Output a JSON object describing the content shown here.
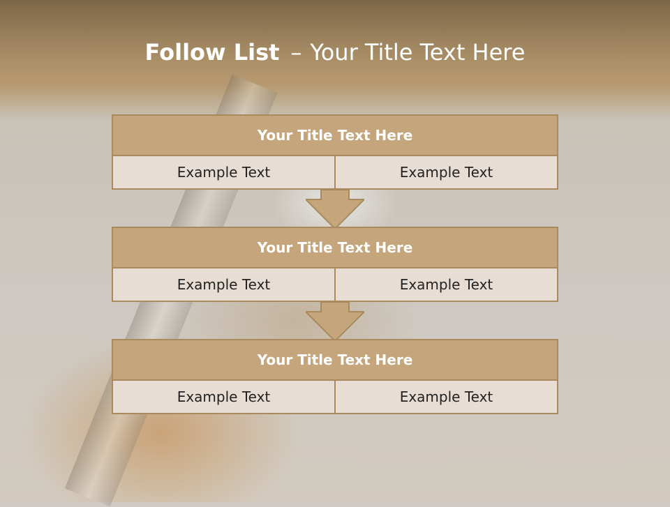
{
  "slide": {
    "title_bold": "Follow List",
    "title_sep": "–",
    "title_rest": "Your Title Text Here"
  },
  "colors": {
    "header_fill": "#c4a57c",
    "cell_fill": "#e8ddd4",
    "border": "#a98a5f",
    "arrow_fill": "#c4a57c"
  },
  "steps": [
    {
      "header": "Your Title Text Here",
      "left": "Example Text",
      "right": "Example Text"
    },
    {
      "header": "Your Title Text Here",
      "left": "Example Text",
      "right": "Example Text"
    },
    {
      "header": "Your Title Text Here",
      "left": "Example Text",
      "right": "Example Text"
    }
  ]
}
